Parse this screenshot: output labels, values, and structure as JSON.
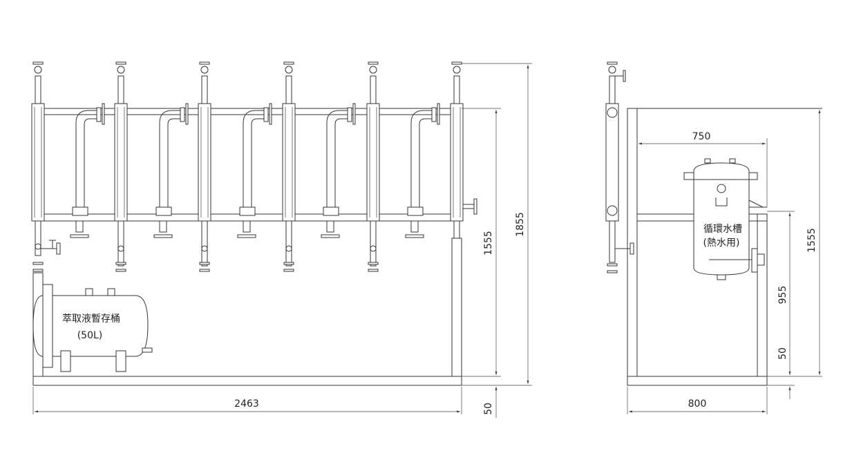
{
  "labels": {
    "storage_tank": "萃取液暫存桶",
    "storage_tank_capacity": "(50L)",
    "circulation_tank": "循環水槽",
    "circulation_tank_use": "(熱水用)"
  },
  "dimensions": {
    "front_total_width": "2463",
    "front_bottom_offset": "50",
    "front_frame_height": "1555",
    "front_total_height": "1855",
    "side_tank_width": "750",
    "side_frame_width": "800",
    "side_tank_bottom_height": "955",
    "side_bottom_offset": "50",
    "side_frame_height": "1555"
  }
}
